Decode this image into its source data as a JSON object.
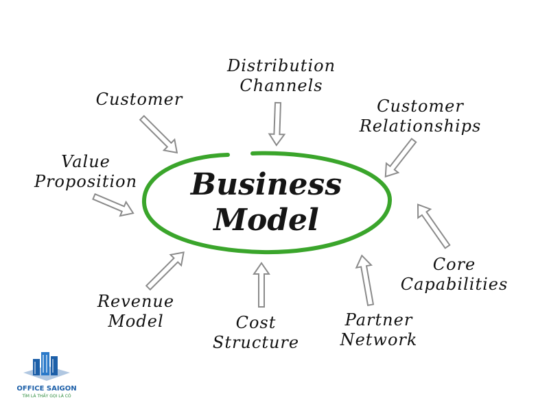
{
  "center": {
    "line1": "Business",
    "line2": "Model"
  },
  "accent_color": "#3aa52b",
  "nodes": [
    {
      "id": "customer",
      "lines": [
        "Customer"
      ]
    },
    {
      "id": "distribution-channels",
      "lines": [
        "Distribution",
        "Channels"
      ]
    },
    {
      "id": "customer-relationships",
      "lines": [
        "Customer",
        "Relationships"
      ]
    },
    {
      "id": "value-proposition",
      "lines": [
        "Value",
        "Proposition"
      ]
    },
    {
      "id": "core-capabilities",
      "lines": [
        "Core",
        "Capabilities"
      ]
    },
    {
      "id": "revenue-model",
      "lines": [
        "Revenue",
        "Model"
      ]
    },
    {
      "id": "cost-structure",
      "lines": [
        "Cost",
        "Structure"
      ]
    },
    {
      "id": "partner-network",
      "lines": [
        "Partner",
        "Network"
      ]
    }
  ],
  "logo": {
    "name": "OFFICE SAIGON",
    "tagline": "TÌM LÀ THẤY GỌI LÀ CÓ",
    "icon": "building-icon"
  }
}
